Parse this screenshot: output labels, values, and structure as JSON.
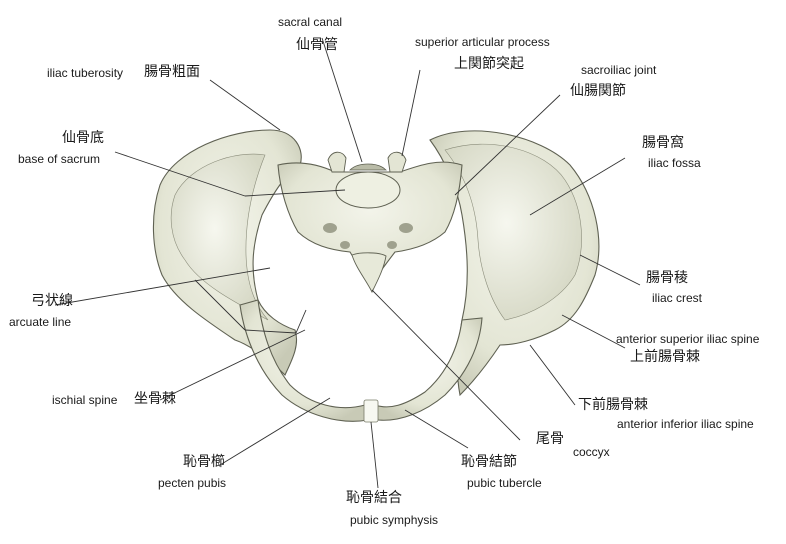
{
  "labels": {
    "sacral_canal_en": "sacral canal",
    "sacral_canal_jp": "仙骨管",
    "superior_articular_en": "superior articular process",
    "superior_articular_jp": "上関節突起",
    "iliac_tuberosity_en": "iliac tuberosity",
    "iliac_tuberosity_jp": "腸骨粗面",
    "sacroiliac_en": "sacroiliac joint",
    "sacroiliac_jp": "仙腸関節",
    "base_sacrum_jp": "仙骨底",
    "base_sacrum_en": "base of sacrum",
    "iliac_fossa_jp": "腸骨窩",
    "iliac_fossa_en": "iliac fossa",
    "arcuate_jp": "弓状線",
    "arcuate_en": "arcuate line",
    "iliac_crest_jp": "腸骨稜",
    "iliac_crest_en": "iliac crest",
    "asis_en": "anterior superior  iliac spine",
    "asis_jp": "上前腸骨棘",
    "ischial_spine_en": "ischial spine",
    "ischial_spine_jp": "坐骨棘",
    "aiis_jp": "下前腸骨棘",
    "aiis_en": "anterior inferior iliac spine",
    "coccyx_jp": "尾骨",
    "coccyx_en": "coccyx",
    "pecten_jp": "恥骨櫛",
    "pecten_en": "pecten pubis",
    "pubic_tubercle_jp": "恥骨結節",
    "pubic_tubercle_en": "pubic tubercle",
    "symphysis_jp": "恥骨結合",
    "symphysis_en": "pubic symphysis"
  },
  "colors": {
    "bone_fill": "#e7e9d9",
    "bone_shade": "#c9cbb8",
    "bone_outline": "#5f6152",
    "leader": "#333333"
  }
}
